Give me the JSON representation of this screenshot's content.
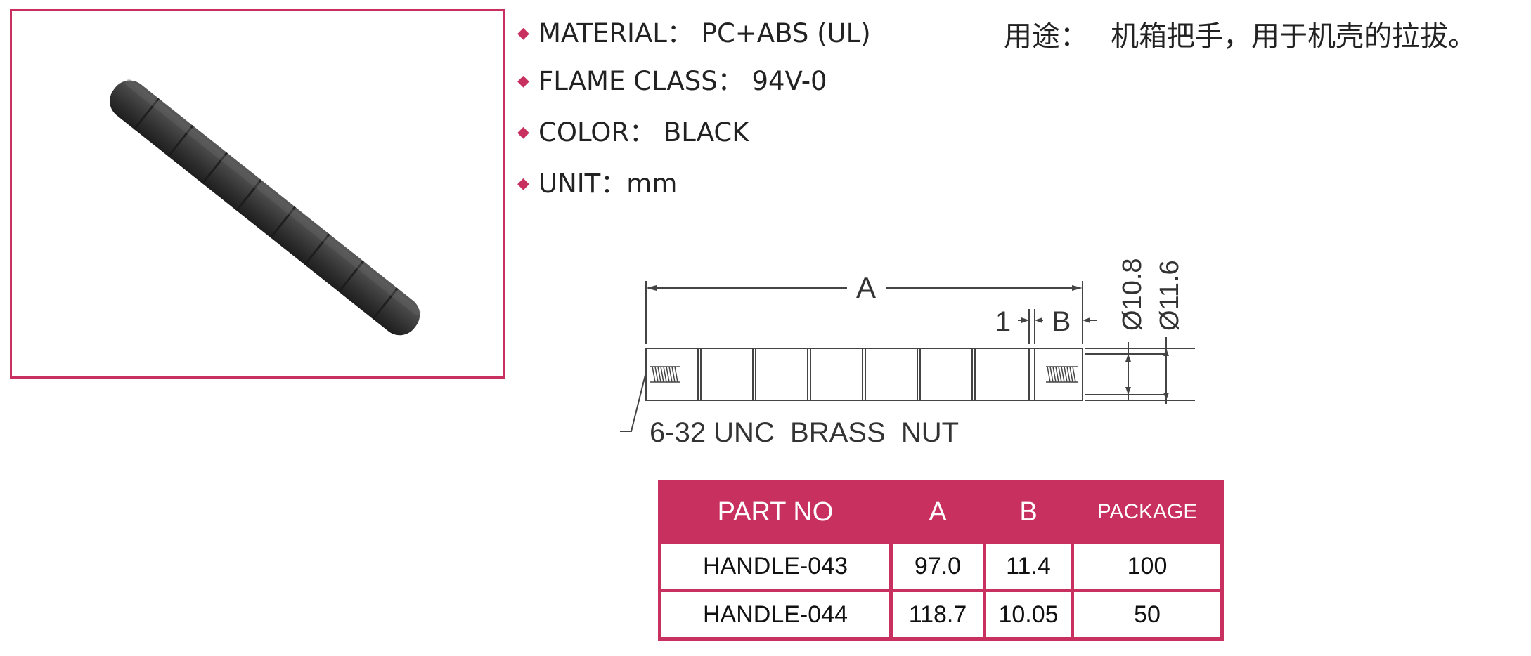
{
  "specs": [
    {
      "key": "MATERIAL",
      "sep": "：",
      "value": "PC+ABS (UL)"
    },
    {
      "key": "FLAME CLASS",
      "sep": "：",
      "value": "94V-0"
    },
    {
      "key": "COLOR",
      "sep": "：",
      "value": "BLACK"
    },
    {
      "key": "UNIT",
      "sep": "：",
      "value": "mm"
    }
  ],
  "usage": {
    "label": "用途：",
    "text": "机箱把手，用于机壳的拉拔。"
  },
  "drawing": {
    "dim_a": "A",
    "dim_1": "1",
    "dim_b": "B",
    "dia_inner": "Ø10.8",
    "dia_outer": "Ø11.6",
    "callout": "6-32 UNC  BRASS  NUT"
  },
  "table": {
    "headers": [
      "PART NO",
      "A",
      "B",
      "PACKAGE"
    ],
    "rows": [
      {
        "part_no": "HANDLE-043",
        "a": "97.0",
        "b": "11.4",
        "package": "100"
      },
      {
        "part_no": "HANDLE-044",
        "a": "118.7",
        "b": "10.05",
        "package": "50"
      }
    ]
  },
  "colors": {
    "accent": "#c8315f",
    "product": "#3a3a3a"
  }
}
